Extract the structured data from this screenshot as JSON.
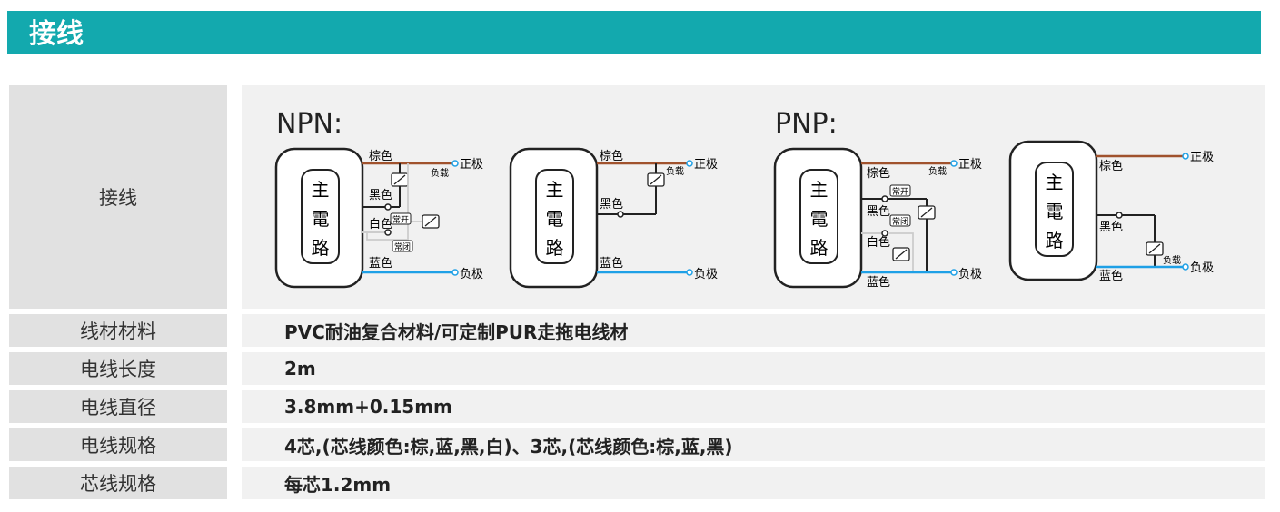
{
  "header": {
    "title": "接线"
  },
  "rows": [
    {
      "label": "接线",
      "value": ""
    },
    {
      "label": "线材材料",
      "value": "PVC耐油复合材料/可定制PUR走拖电线材"
    },
    {
      "label": "电线长度",
      "value": "2m"
    },
    {
      "label": "电线直径",
      "value": "3.8mm+0.15mm"
    },
    {
      "label": "电线规格",
      "value": "4芯,(芯线颜色:棕,蓝,黑,白)、3芯,(芯线颜色:棕,蓝,黑)"
    },
    {
      "label": "芯线规格",
      "value": "每芯1.2mm"
    }
  ],
  "diagram": {
    "npn_title": "NPN:",
    "pnp_title": "PNP:",
    "circuit_chars": [
      "主",
      "電",
      "路"
    ],
    "wire_brown": "棕色",
    "wire_black": "黑色",
    "wire_white": "白色",
    "wire_blue": "蓝色",
    "positive": "正极",
    "negative": "负极",
    "load": "负载",
    "normally_open": "常开",
    "normally_closed": "常闭",
    "colors": {
      "accent": "#13a9ae",
      "brown": "#a0522d",
      "blue": "#1ea0e6",
      "black": "#222222",
      "white_wire": "#cccccc"
    }
  }
}
